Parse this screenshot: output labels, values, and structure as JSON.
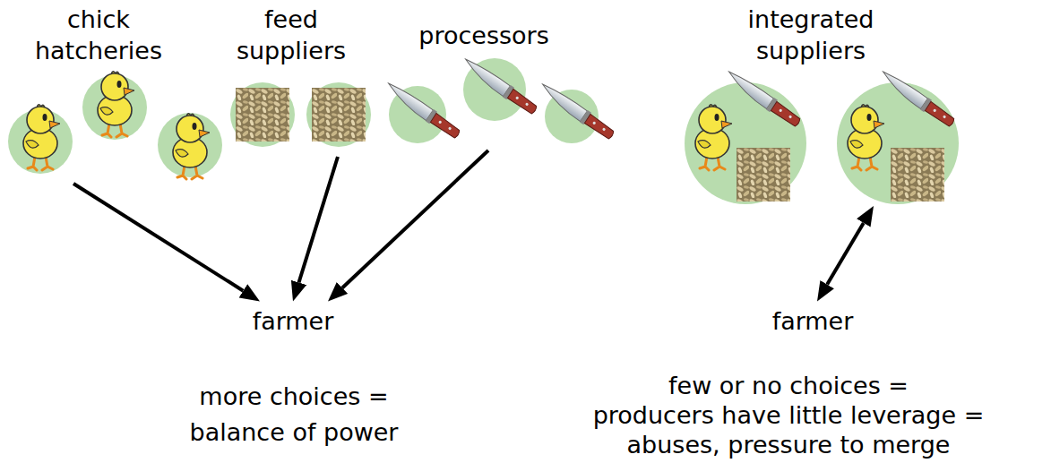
{
  "diagram": {
    "nodes": [
      {
        "text": [
          "chick hatcheries"
        ]
      },
      {
        "text": [
          "feed suppliers"
        ]
      },
      {
        "text": [
          "processors"
        ]
      },
      {
        "text": [
          "farmer"
        ]
      },
      {
        "text": [
          "integrated suppliers"
        ]
      },
      {
        "text": [
          "farmer"
        ]
      }
    ],
    "edges": [
      {
        "from": 0,
        "to": 3,
        "arrow": "to"
      },
      {
        "from": 1,
        "to": 3,
        "arrow": "to"
      },
      {
        "from": 2,
        "to": 3,
        "arrow": "to"
      },
      {
        "from": 4,
        "to": 5,
        "arrow": "both"
      }
    ],
    "labels": [
      "more choices = balance of power",
      "few or no choices = producers have little leverage = abuses, pressure to merge"
    ]
  }
}
